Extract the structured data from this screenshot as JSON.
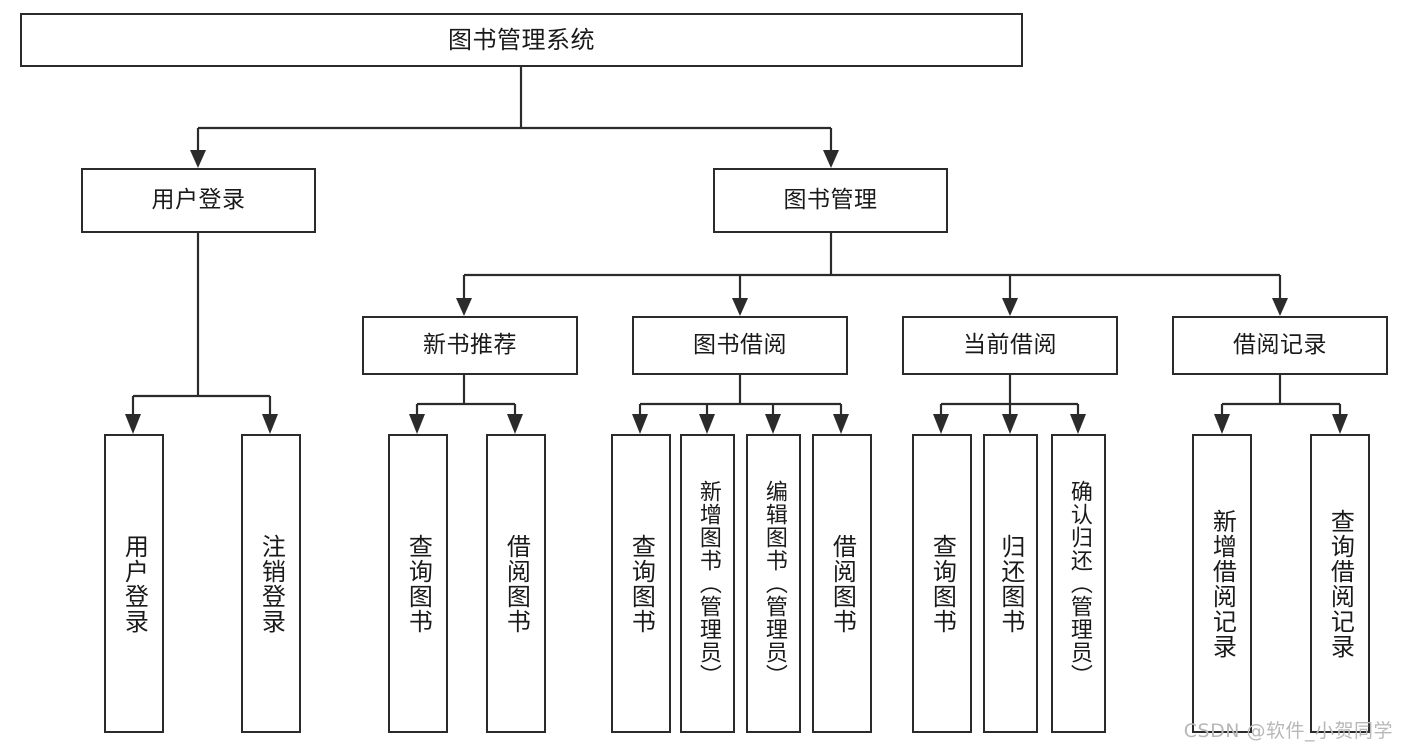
{
  "diagram": {
    "type": "tree-hierarchy",
    "title": "图书管理系统",
    "levels": 4,
    "root": {
      "label": "图书管理系统"
    },
    "level2": [
      {
        "label": "用户登录"
      },
      {
        "label": "图书管理"
      }
    ],
    "level3": [
      {
        "label": "新书推荐"
      },
      {
        "label": "图书借阅"
      },
      {
        "label": "当前借阅"
      },
      {
        "label": "借阅记录"
      }
    ],
    "leaves": {
      "user_login": [
        {
          "label": "用户登录"
        },
        {
          "label": "注销登录"
        }
      ],
      "new_book_recommend": [
        {
          "label": "查询图书"
        },
        {
          "label": "借阅图书"
        }
      ],
      "book_borrow": [
        {
          "label": "查询图书"
        },
        {
          "label": "新增图书（管理员）"
        },
        {
          "label": "编辑图书（管理员）"
        },
        {
          "label": "借阅图书"
        }
      ],
      "current_borrow": [
        {
          "label": "查询图书"
        },
        {
          "label": "归还图书"
        },
        {
          "label": "确认归还（管理员）"
        }
      ],
      "borrow_record": [
        {
          "label": "新增借阅记录"
        },
        {
          "label": "查询借阅记录"
        }
      ]
    }
  },
  "watermark": {
    "text": "CSDN @软件_小贺同学"
  },
  "colors": {
    "box_border": "#2b2b2b",
    "box_fill": "#ffffff",
    "text": "#1a1a1a",
    "wire": "#2b2b2b",
    "watermark": "#b8b8b8"
  }
}
